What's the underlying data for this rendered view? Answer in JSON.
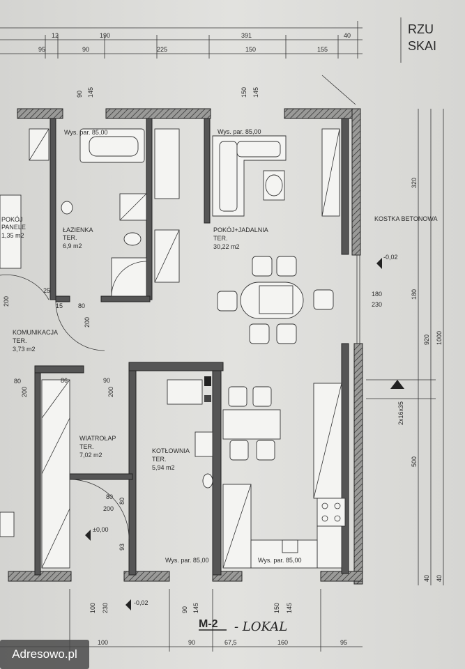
{
  "header": {
    "title_line1": "RZU",
    "title_line2": "SKAI"
  },
  "top_dims_row1": [
    "12",
    "190",
    "391",
    "40"
  ],
  "top_dims_row2": [
    "95",
    "90",
    "225",
    "150",
    "155"
  ],
  "top_dims_row3": [
    "90",
    "145",
    "150",
    "145"
  ],
  "rooms": {
    "lazienka": {
      "name": "ŁAZIENKA",
      "ter": "TER.",
      "area": "6,9 m2",
      "note": "Wys. par. 85,00"
    },
    "pokoj_left": {
      "name": "POKÓJ",
      "sub": "PANELE",
      "area": "1,35 m2"
    },
    "pokoj_jadalnia": {
      "name": "POKÓJ+JADALNIA",
      "ter": "TER.",
      "area": "30,22 m2",
      "note": "Wys. par. 85,00"
    },
    "komunikacja": {
      "name": "KOMUNIKACJA",
      "ter": "TER.",
      "area": "3,73 m2"
    },
    "wiatrolap": {
      "name": "WIATROŁAP",
      "ter": "TER.",
      "area": "7,02 m2"
    },
    "kotlownia": {
      "name": "KOTŁOWNIA",
      "ter": "TER.",
      "area": "5,94 m2",
      "note": "Wys. par. 85,00"
    },
    "kuchnia": {
      "note": "Wys. par. 85,00"
    }
  },
  "exterior": {
    "label": "KOSTKA BETONOWA",
    "level": "-0,02",
    "window_dim": "2x16x35"
  },
  "right_dims": [
    "320",
    "180",
    "230",
    "180",
    "920",
    "1000",
    "500",
    "40",
    "40"
  ],
  "inner_dims": {
    "d1": "15",
    "d2": "80",
    "d3": "200",
    "d4": "80",
    "d5": "200",
    "d6": "86",
    "d7": "90",
    "d8": "200",
    "d9": "80",
    "d10": "200",
    "d11": "80",
    "d12": "200",
    "d13": "25",
    "d14": "200"
  },
  "levels": {
    "entry": "±0,00",
    "outside": "-0,02",
    "step": "93"
  },
  "bottom_dims": [
    "100",
    "230",
    "90",
    "145",
    "150",
    "145"
  ],
  "bottom_row2": [
    "100",
    "90",
    "67,5",
    "160",
    "95"
  ],
  "sheet_label": "M-2",
  "handwritten": "- LOKAL",
  "watermark": "Adresowo.pl"
}
